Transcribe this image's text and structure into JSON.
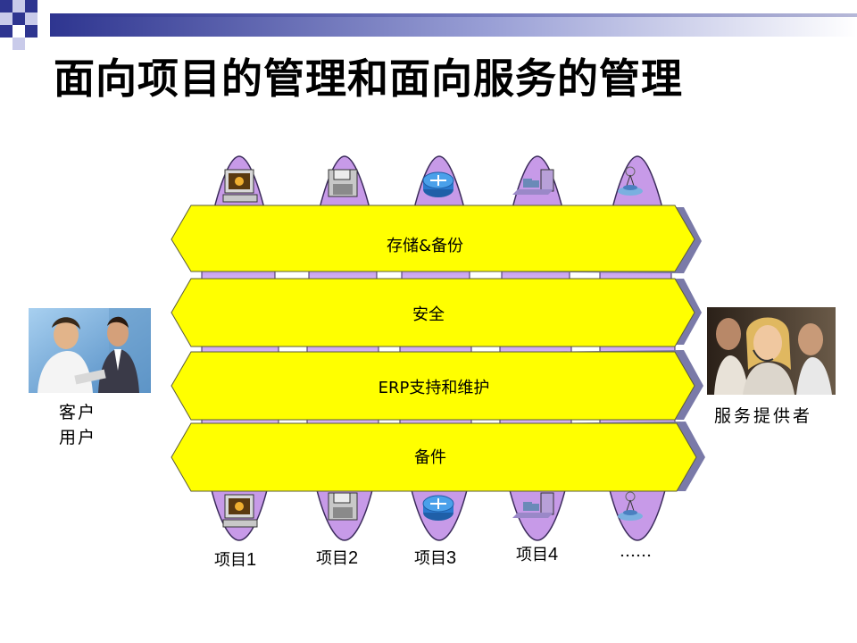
{
  "slide": {
    "title": "面向项目的管理和面向服务的管理"
  },
  "bands": [
    {
      "label": "存储&备份"
    },
    {
      "label": "安全"
    },
    {
      "label": "ERP支持和维护"
    },
    {
      "label": "备件"
    }
  ],
  "actors": {
    "client": {
      "line1": "客户",
      "line2": "用户"
    },
    "provider": {
      "label": "服务提供者"
    }
  },
  "projects": [
    {
      "prefix": "项目",
      "num": "1",
      "icon": "computer-icon"
    },
    {
      "prefix": "项目",
      "num": "2",
      "icon": "floppy-disk-icon"
    },
    {
      "prefix": "项目",
      "num": "3",
      "icon": "router-icon"
    },
    {
      "prefix": "项目",
      "num": "4",
      "icon": "network-server-icon"
    },
    {
      "prefix": "……",
      "num": "",
      "icon": "wireless-tower-icon"
    }
  ],
  "colors": {
    "band_fill": "#ffff00",
    "band_shadow": "#7a7aa8",
    "column_fill": "#c79ae8",
    "column_stroke": "#3a2a5a",
    "header_accent": "#2e3590"
  }
}
